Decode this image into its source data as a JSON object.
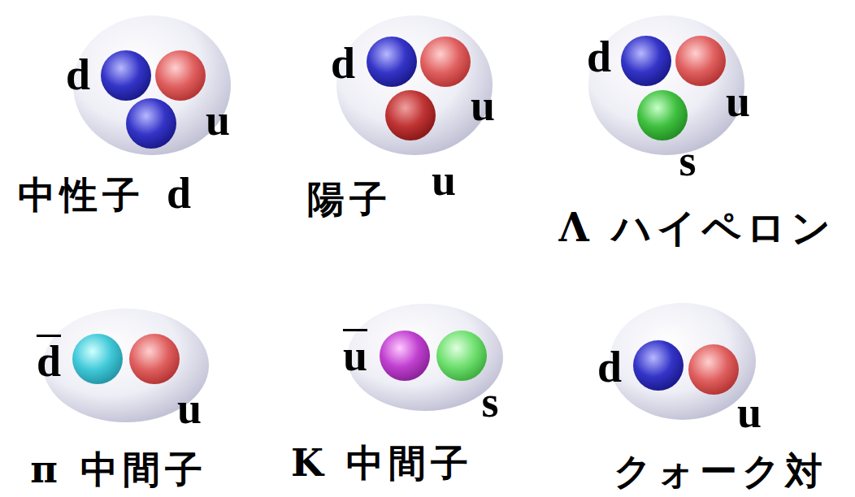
{
  "diagram": {
    "nodes": [
      {
        "text": [
          "d",
          "u",
          "中性子",
          "d"
        ]
      },
      {
        "text": [
          "d",
          "u",
          "陽子",
          "u"
        ]
      },
      {
        "text": [
          "d",
          "u",
          "s",
          "Λ ハイペロン"
        ]
      },
      {
        "text": [
          "d",
          "u",
          "π 中間子"
        ]
      },
      {
        "text": [
          "u",
          "s",
          "K 中間子"
        ]
      },
      {
        "text": [
          "d",
          "u",
          "クォーク対"
        ]
      }
    ]
  }
}
